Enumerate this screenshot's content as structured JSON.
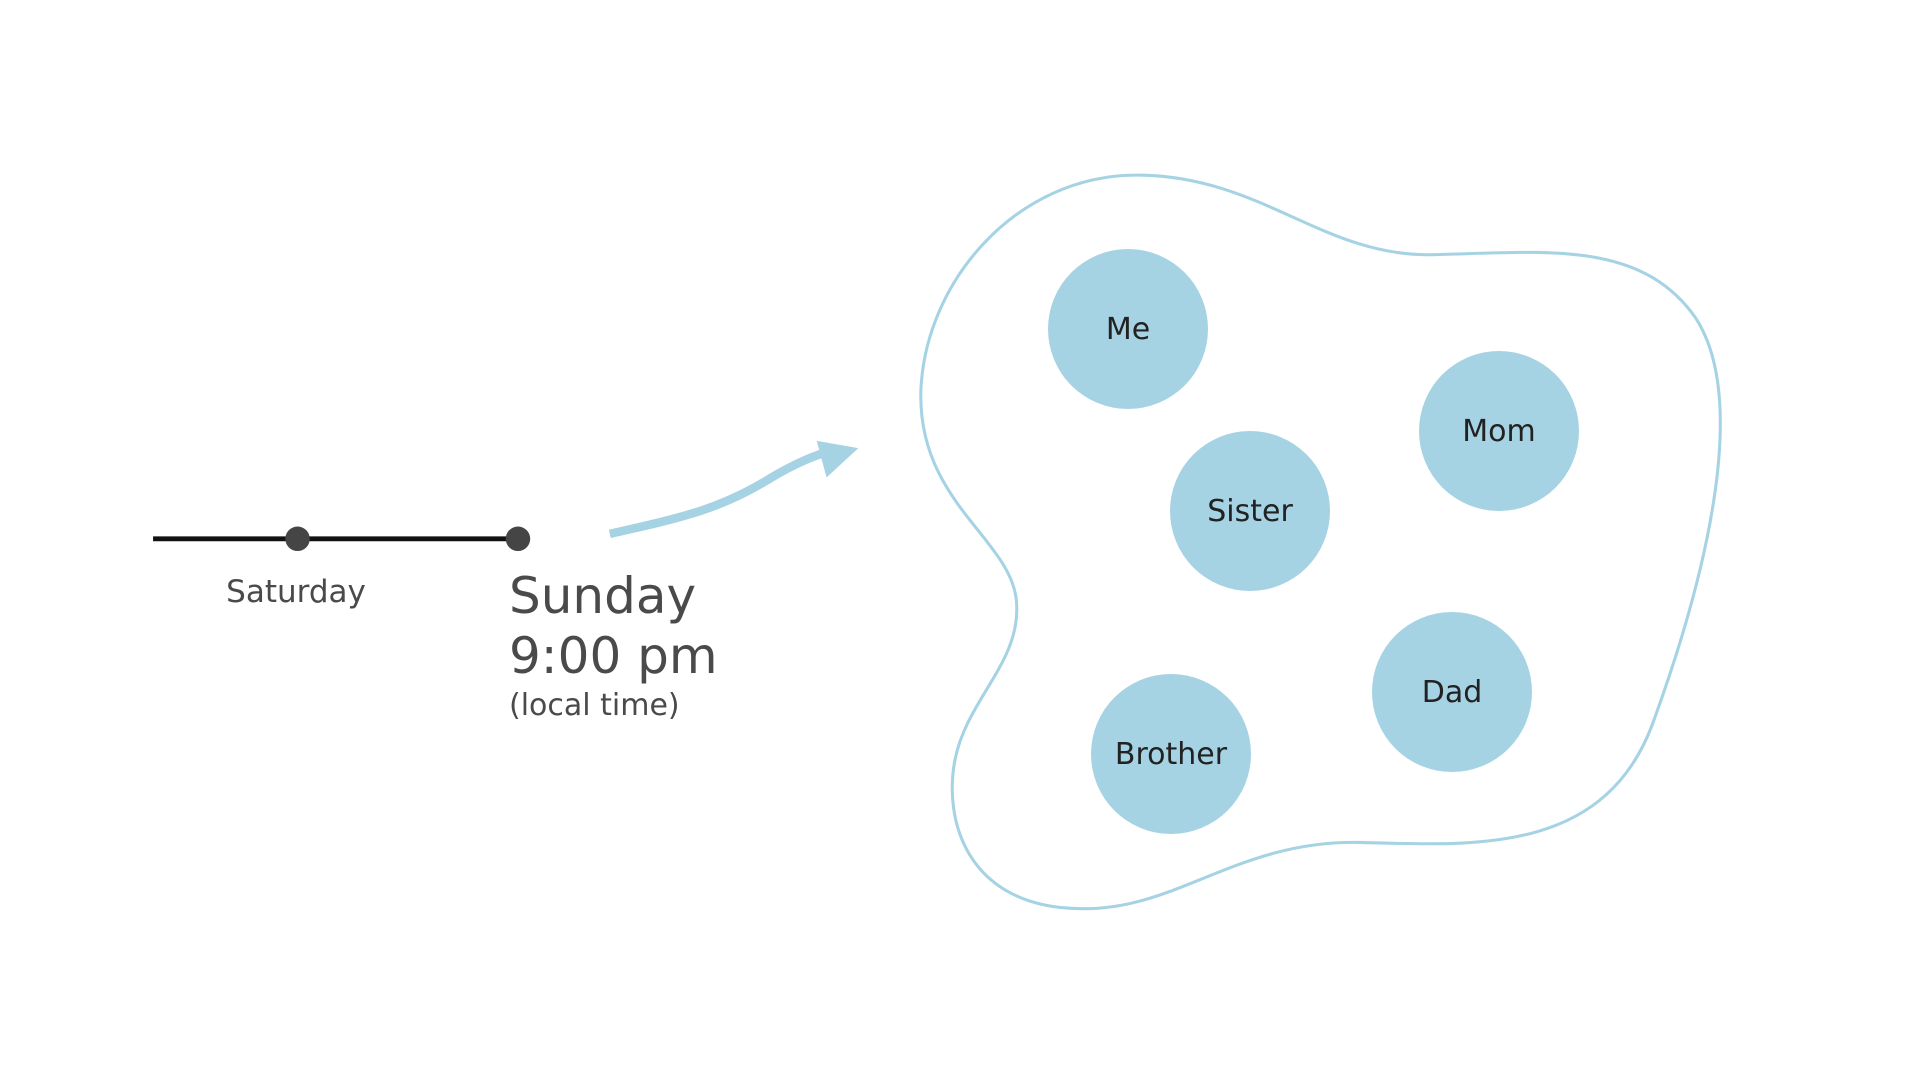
{
  "timeline": {
    "points": [
      "Saturday",
      "Sunday"
    ],
    "saturday_label": "Saturday",
    "sunday_label": "Sunday",
    "sunday_time": "9:00 pm",
    "sunday_note": "(local time)"
  },
  "group": {
    "members": [
      "Me",
      "Mom",
      "Sister",
      "Dad",
      "Brother"
    ]
  },
  "colors": {
    "accent": "#a5d3e4",
    "outline": "#a5d3e4",
    "line": "#111111",
    "dot": "#454545",
    "text": "#4a4a4a"
  }
}
